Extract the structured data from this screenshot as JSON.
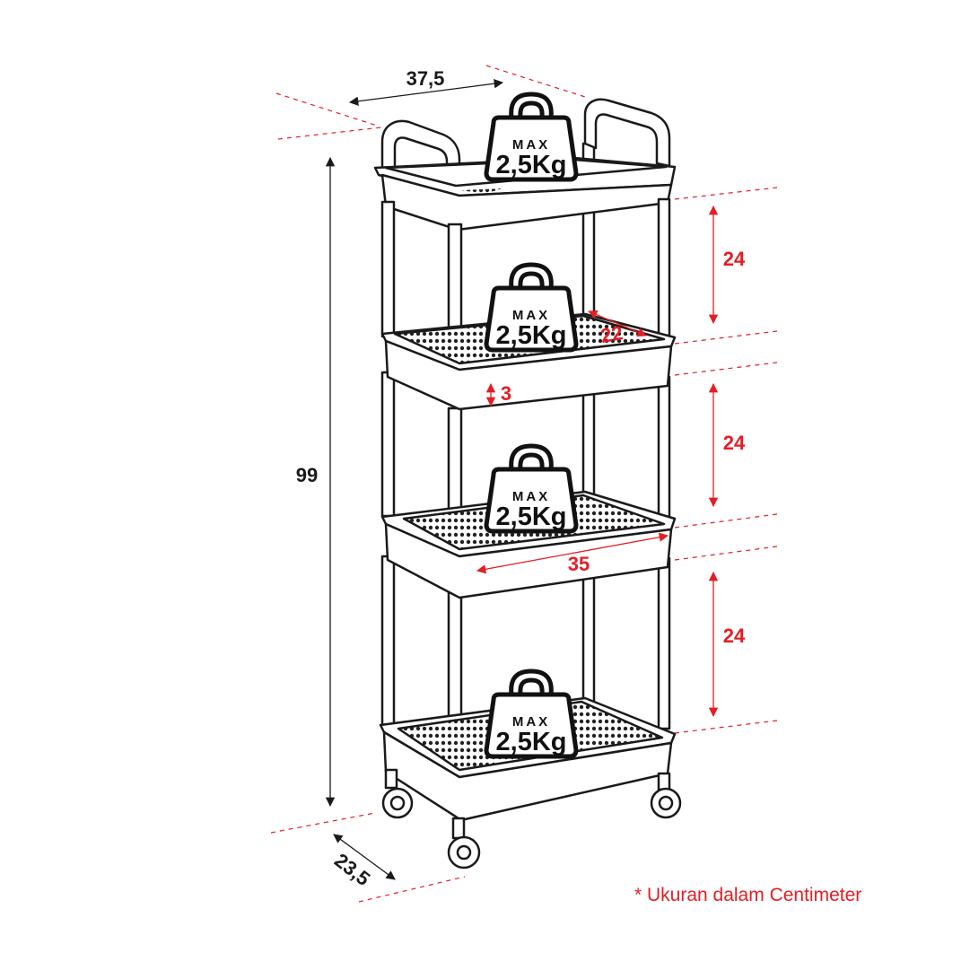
{
  "dimensions": {
    "width_top": "37,5",
    "height_total": "99",
    "depth_bottom": "23,5",
    "shelf_gap_1": "24",
    "shelf_gap_2": "24",
    "shelf_gap_3": "24",
    "inner_depth": "22",
    "basket_rim": "3",
    "inner_width": "35"
  },
  "load_badge": {
    "max_label": "MAX",
    "weight_label": "2,5Kg"
  },
  "note": "* Ukuran dalam Centimeter",
  "colors": {
    "accent": "#e31e24",
    "line": "#1a1a1a"
  }
}
